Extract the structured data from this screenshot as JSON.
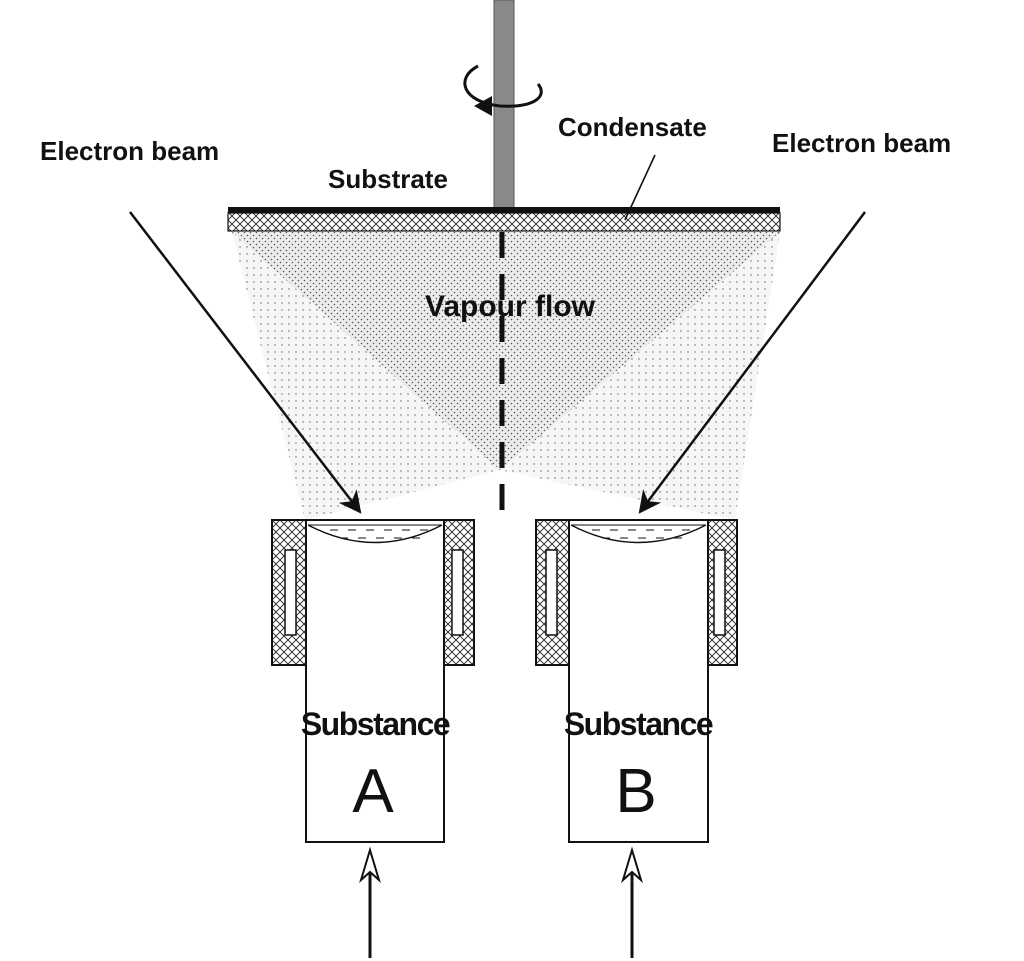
{
  "labels": {
    "electron_beam_left": "Electron beam",
    "electron_beam_right": "Electron beam",
    "condensate": "Condensate",
    "substrate": "Substrate",
    "vapour_flow": "Vapour flow",
    "substance_a_word": "Substance",
    "substance_a_letter": "A",
    "substance_b_word": "Substance",
    "substance_b_letter": "B"
  },
  "colors": {
    "line": "#111111",
    "rod": "#8a8a8a",
    "vapour_dots": "#555555",
    "vapour_fill": "#e6e6e6"
  }
}
